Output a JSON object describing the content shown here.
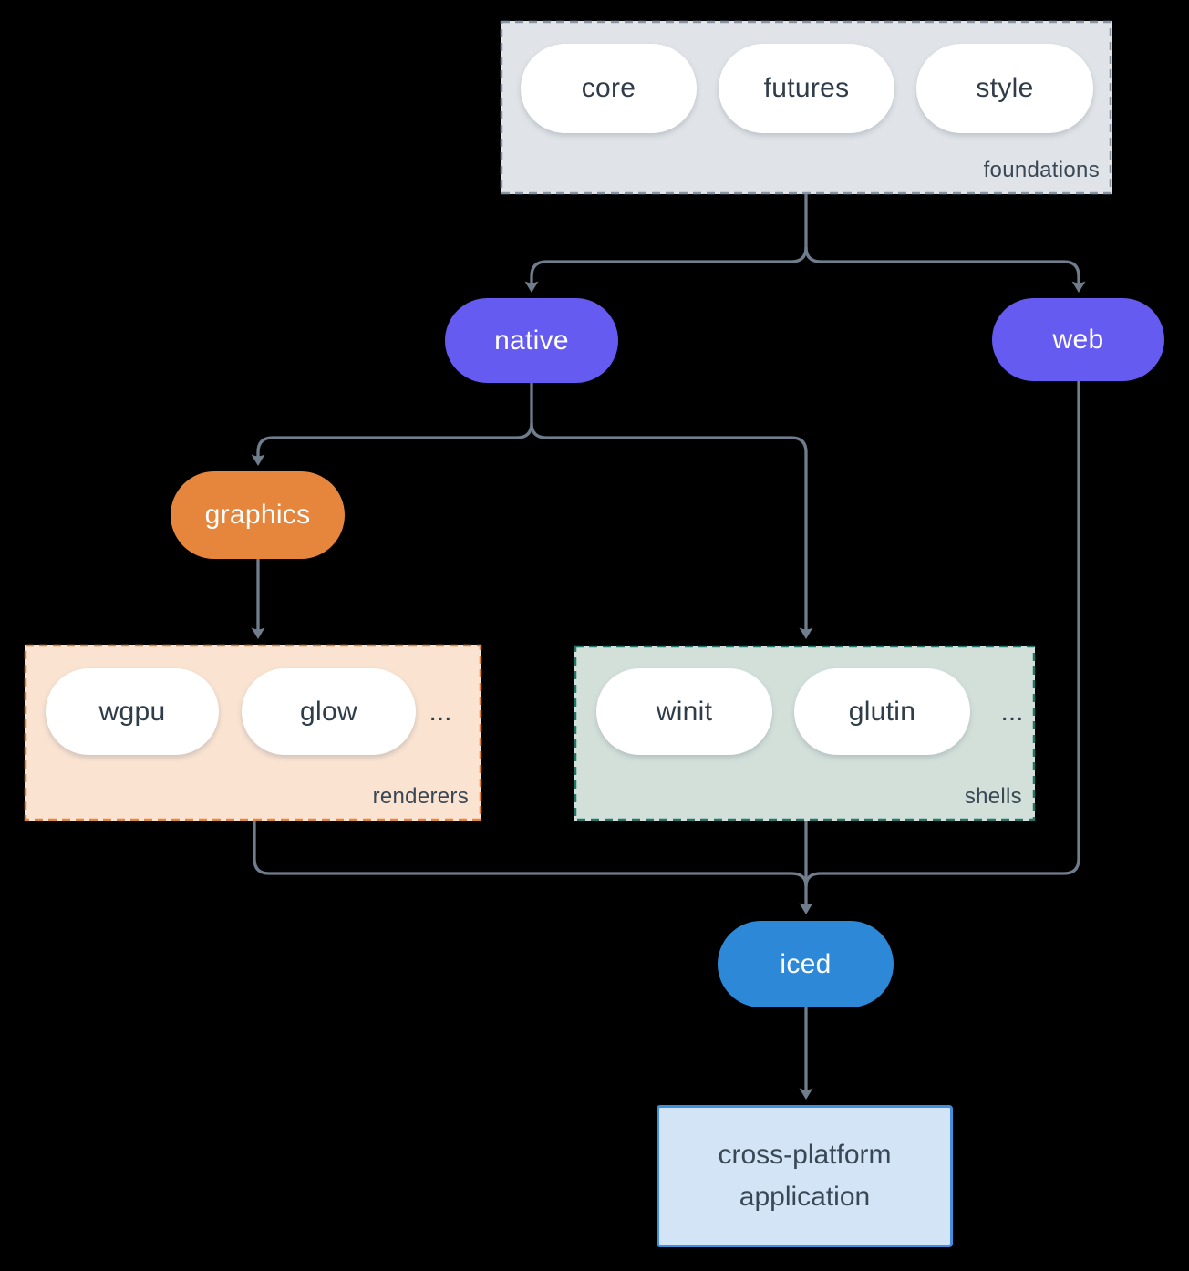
{
  "diagram": {
    "background_color": "#000000",
    "arrow_color": "#6f7d8c",
    "groups": {
      "foundations": {
        "label": "foundations",
        "fill": "#e0e4e8",
        "border_color": "#8795a5",
        "pills": [
          "core",
          "futures",
          "style"
        ]
      },
      "renderers": {
        "label": "renderers",
        "fill": "#fae3d1",
        "border_color": "#e2873f",
        "pills": [
          "wgpu",
          "glow"
        ],
        "ellipsis": "..."
      },
      "shells": {
        "label": "shells",
        "fill": "#d3e0da",
        "border_color": "#26756a",
        "pills": [
          "winit",
          "glutin"
        ],
        "ellipsis": "..."
      }
    },
    "nodes": {
      "native": {
        "label": "native",
        "color": "#655bf0"
      },
      "web": {
        "label": "web",
        "color": "#655bf0"
      },
      "graphics": {
        "label": "graphics",
        "color": "#e6863c"
      },
      "iced": {
        "label": "iced",
        "color": "#2e88d8"
      },
      "application": {
        "label": "cross-platform application",
        "fill": "#d2e4f5",
        "border_color": "#4190dd"
      }
    }
  }
}
